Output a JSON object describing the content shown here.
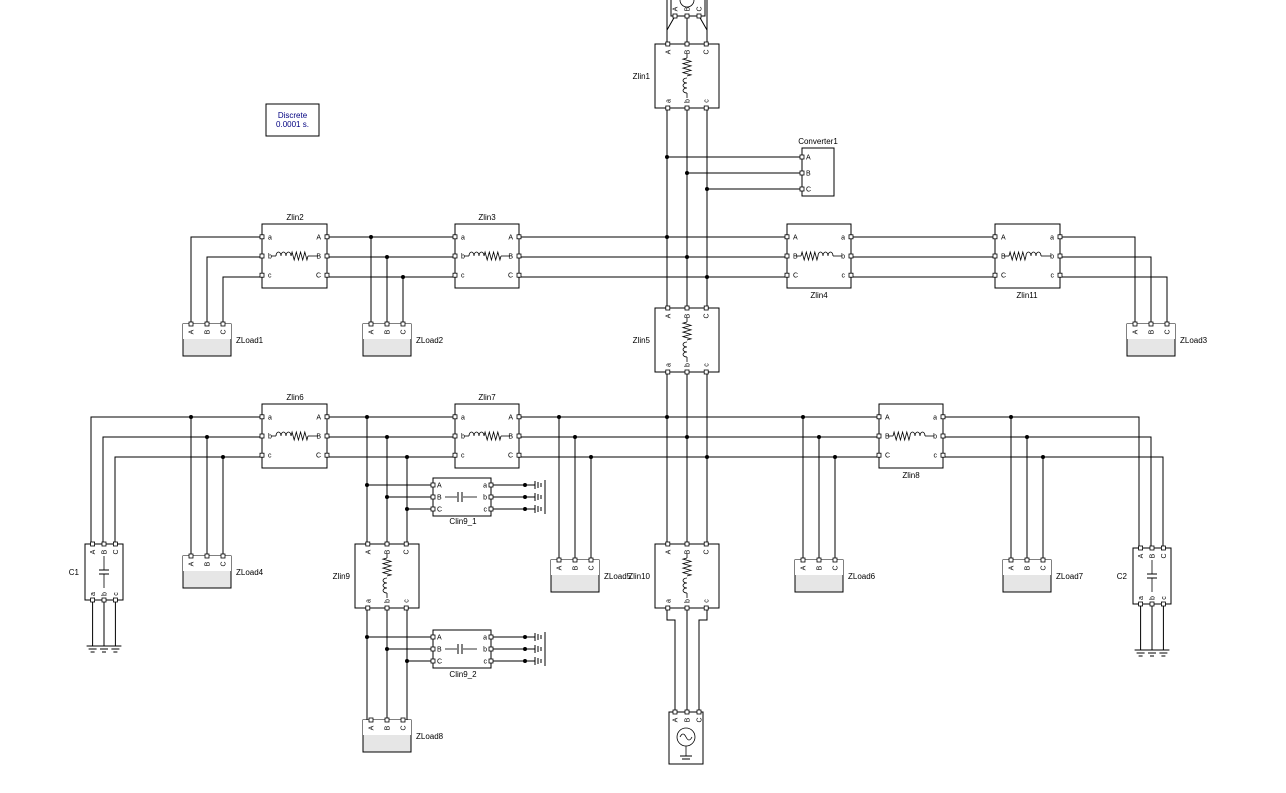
{
  "solver": {
    "line1": "Discrete",
    "line2": "0.0001 s."
  },
  "labels": {
    "zlin1": "Zlin1",
    "zlin2": "Zlin2",
    "zlin3": "Zlin3",
    "zlin4": "Zlin4",
    "zlin5": "Zlin5",
    "zlin6": "Zlin6",
    "zlin7": "Zlin7",
    "zlin8": "Zlin8",
    "zlin9": "Zlin9",
    "zlin10": "Zlin10",
    "zlin11": "Zlin11",
    "zload1": "ZLoad1",
    "zload2": "ZLoad2",
    "zload3": "ZLoad3",
    "zload4": "ZLoad4",
    "zload5": "ZLoad5",
    "zload6": "ZLoad6",
    "zload7": "ZLoad7",
    "zload8": "ZLoad8",
    "c1": "C1",
    "c2": "C2",
    "clin9_1": "Clin9_1",
    "clin9_2": "Clin9_2",
    "converter1": "Converter1"
  },
  "ports": {
    "A": "A",
    "B": "B",
    "C": "C",
    "a": "a",
    "b": "b",
    "c": "c"
  },
  "colors": {
    "line": "#000000",
    "block_fill": "#ffffff",
    "load_fill": "#e6e6e6",
    "solver_text": "#000080"
  }
}
